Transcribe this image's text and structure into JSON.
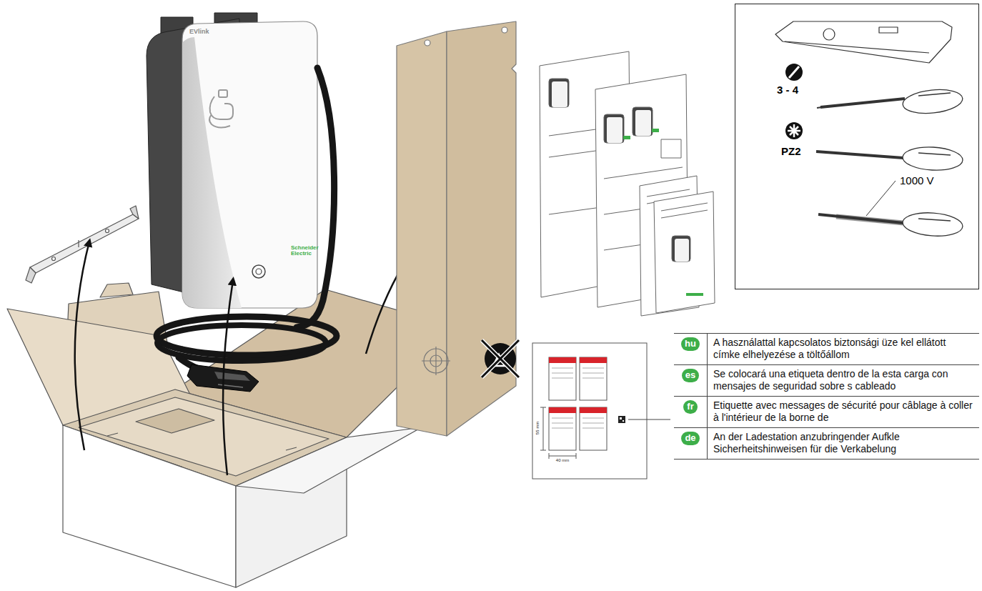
{
  "diagram": {
    "nodes": [
      {
        "text": [
          "3 - 4",
          "PZ2",
          "1000 V"
        ]
      }
    ],
    "labels": [
      "EVlink",
      "Schneider Electric",
      "55 mm",
      "40 mm",
      "hu",
      "A használattal kapcsolatos biztonsági üze kel ellátott címke elhelyezése a töltőállom",
      "es",
      "Se colocará una etiqueta dentro de la esta carga con mensajes de seguridad sobre s cableado",
      "fr",
      "Etiquette avec messages de sécurité pour câblage à coller à l'intérieur de la borne de",
      "de",
      "An der Ladestation anzubringender Aufkle Sicherheitshinweisen für die Verkabelung"
    ]
  }
}
